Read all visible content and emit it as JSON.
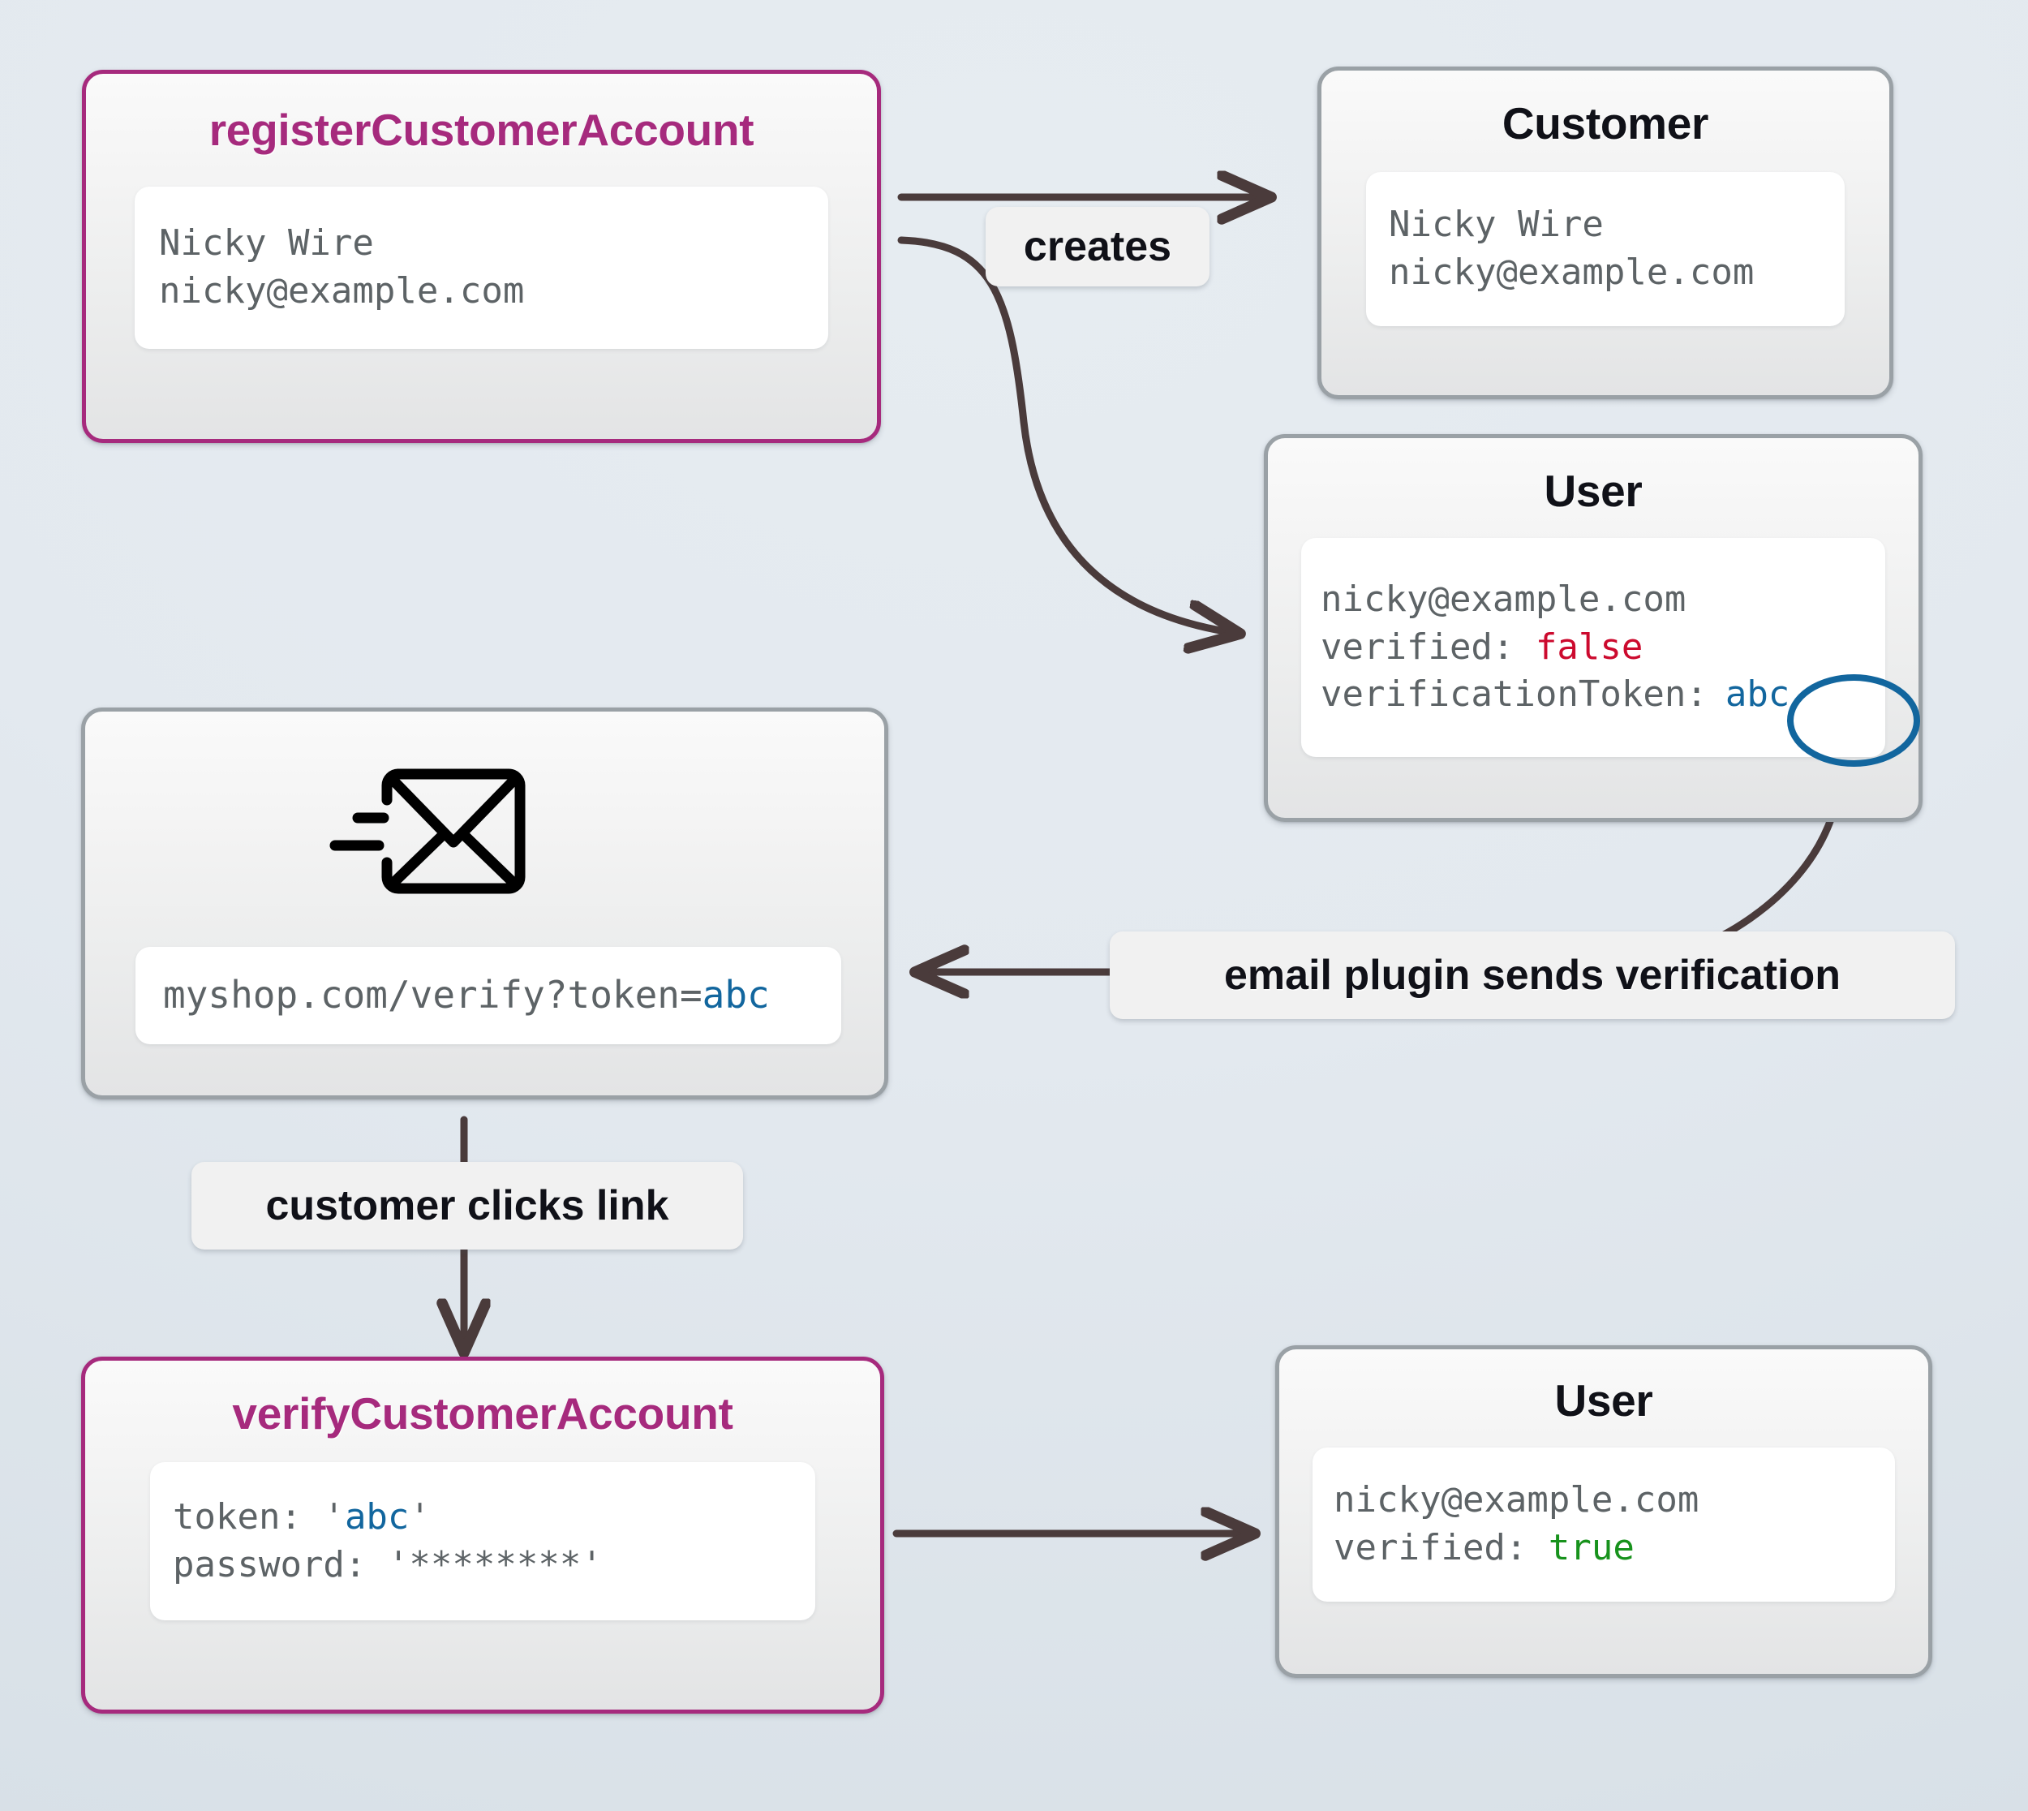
{
  "diagram": {
    "title": "customer account verification flow",
    "accent_color": "#a62a7d",
    "neutral_border_color": "#9aa1a6",
    "arrow_color": "#4a3b3b",
    "token_highlight_color": "#12669e",
    "false_color": "#cc0a2e",
    "true_color": "#17921c",
    "background_color": "#dde5eb"
  },
  "nodes": {
    "register_mutation": {
      "title": "registerCustomerAccount",
      "kind": "accent",
      "fields": [
        "Nicky Wire",
        "nicky@example.com"
      ]
    },
    "customer_entity": {
      "title": "Customer",
      "kind": "neutral",
      "fields": [
        "Nicky Wire",
        "nicky@example.com"
      ]
    },
    "user_unverified": {
      "title": "User",
      "kind": "neutral",
      "field_email": "nicky@example.com",
      "field_verified_label": "verified: ",
      "field_verified_value": "false",
      "field_token_label": "verificationToken:",
      "field_token_value": "abc"
    },
    "email_message": {
      "kind": "neutral",
      "icon": "send-mail-icon",
      "url_prefix": "myshop.com/verify?token=",
      "url_token": "abc"
    },
    "verify_mutation": {
      "title": "verifyCustomerAccount",
      "kind": "accent",
      "field_token_label": "token: ",
      "field_token_open_quote": "'",
      "field_token_value": "abc",
      "field_token_close_quote": "'",
      "field_password": "password: '********'"
    },
    "user_verified": {
      "title": "User",
      "kind": "neutral",
      "field_email": "nicky@example.com",
      "field_verified_label": "verified: ",
      "field_verified_value": "true"
    }
  },
  "edges": [
    {
      "id": "creates",
      "label": "creates",
      "from": "register_mutation",
      "to": [
        "customer_entity",
        "user_unverified"
      ]
    },
    {
      "id": "email-plugin",
      "label": "email plugin sends verification",
      "from": "user_unverified",
      "to": "email_message"
    },
    {
      "id": "clicks-link",
      "label": "customer clicks link",
      "from": "email_message",
      "to": "verify_mutation"
    },
    {
      "id": "verify-result",
      "label": "",
      "from": "verify_mutation",
      "to": "user_verified"
    }
  ]
}
